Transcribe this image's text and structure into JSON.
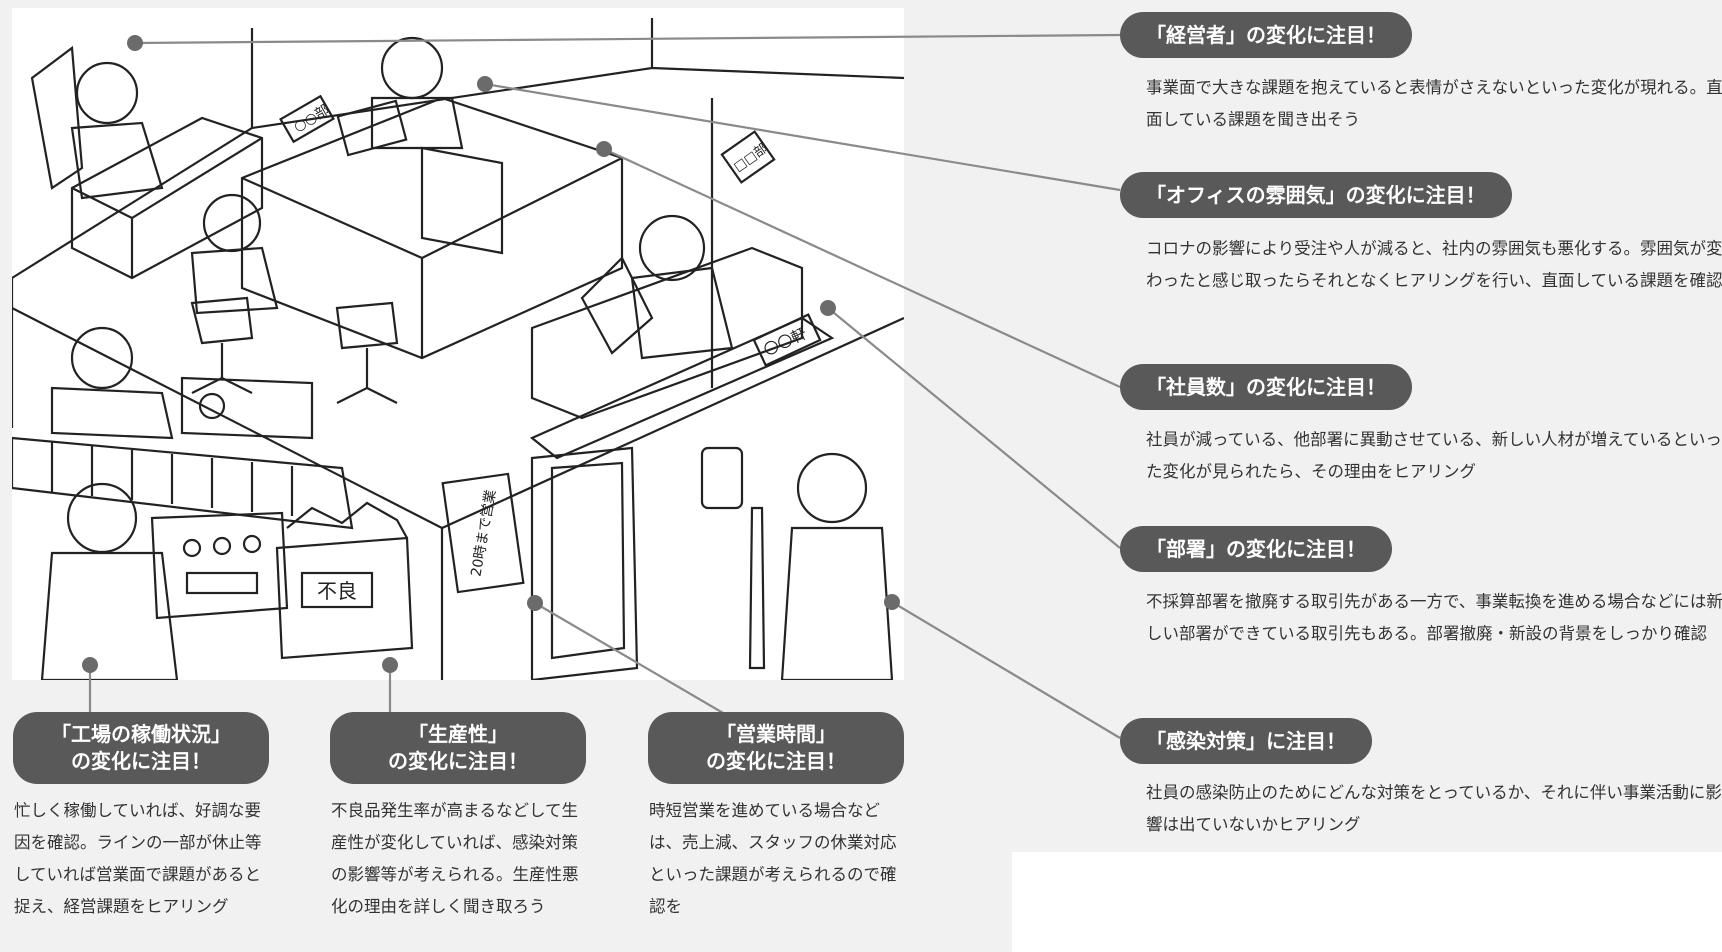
{
  "right_callouts": [
    {
      "title": "「経営者」の変化に注目！",
      "text": "事業面で大きな課題を抱えていると表情がさえないといった変化が現れる。直面している課題を聞き出そう"
    },
    {
      "title": "「オフィスの雰囲気」の変化に注目！",
      "text": "コロナの影響により受注や人が減ると、社内の雰囲気も悪化する。雰囲気が変わったと感じ取ったらそれとなくヒアリングを行い、直面している課題を確認"
    },
    {
      "title": "「社員数」の変化に注目！",
      "text": "社員が減っている、他部署に異動させている、新しい人材が増えているといった変化が見られたら、その理由をヒアリング"
    },
    {
      "title": "「部署」の変化に注目！",
      "text": "不採算部署を撤廃する取引先がある一方で、事業転換を進める場合などには新しい部署ができている取引先もある。部署撤廃・新設の背景をしっかり確認"
    },
    {
      "title": "「感染対策」に注目！",
      "text": "社員の感染防止のためにどんな対策をとっているか、それに伴い事業活動に影響は出ていないかヒアリング"
    }
  ],
  "bottom_callouts": [
    {
      "title_line1": "「工場の稼働状況」",
      "title_line2": "の変化に注目！",
      "text": "忙しく稼働していれば、好調な要因を確認。ラインの一部が休止等していれば営業面で課題があると捉え、経営課題をヒアリング"
    },
    {
      "title_line1": "「生産性」",
      "title_line2": "の変化に注目！",
      "text": "不良品発生率が高まるなどして生産性が変化していれば、感染対策の影響等が考えられる。生産性悪化の理由を詳しく聞き取ろう"
    },
    {
      "title_line1": "「営業時間」",
      "title_line2": "の変化に注目！",
      "text": "時短営業を進めている場合などは、売上減、スタッフの休業対応といった課題が考えられるので確認を"
    }
  ],
  "illustration": {
    "dept_sign_1": "○○部",
    "dept_sign_2": "□□部",
    "shop_sign": "〇〇軒",
    "hours_sign": "20時まで営業",
    "defect_box": "不良"
  },
  "colors": {
    "pill": "#595959",
    "line": "#8a8a8a",
    "dot": "#6b6b6b",
    "panel": "#f1f1f1"
  }
}
